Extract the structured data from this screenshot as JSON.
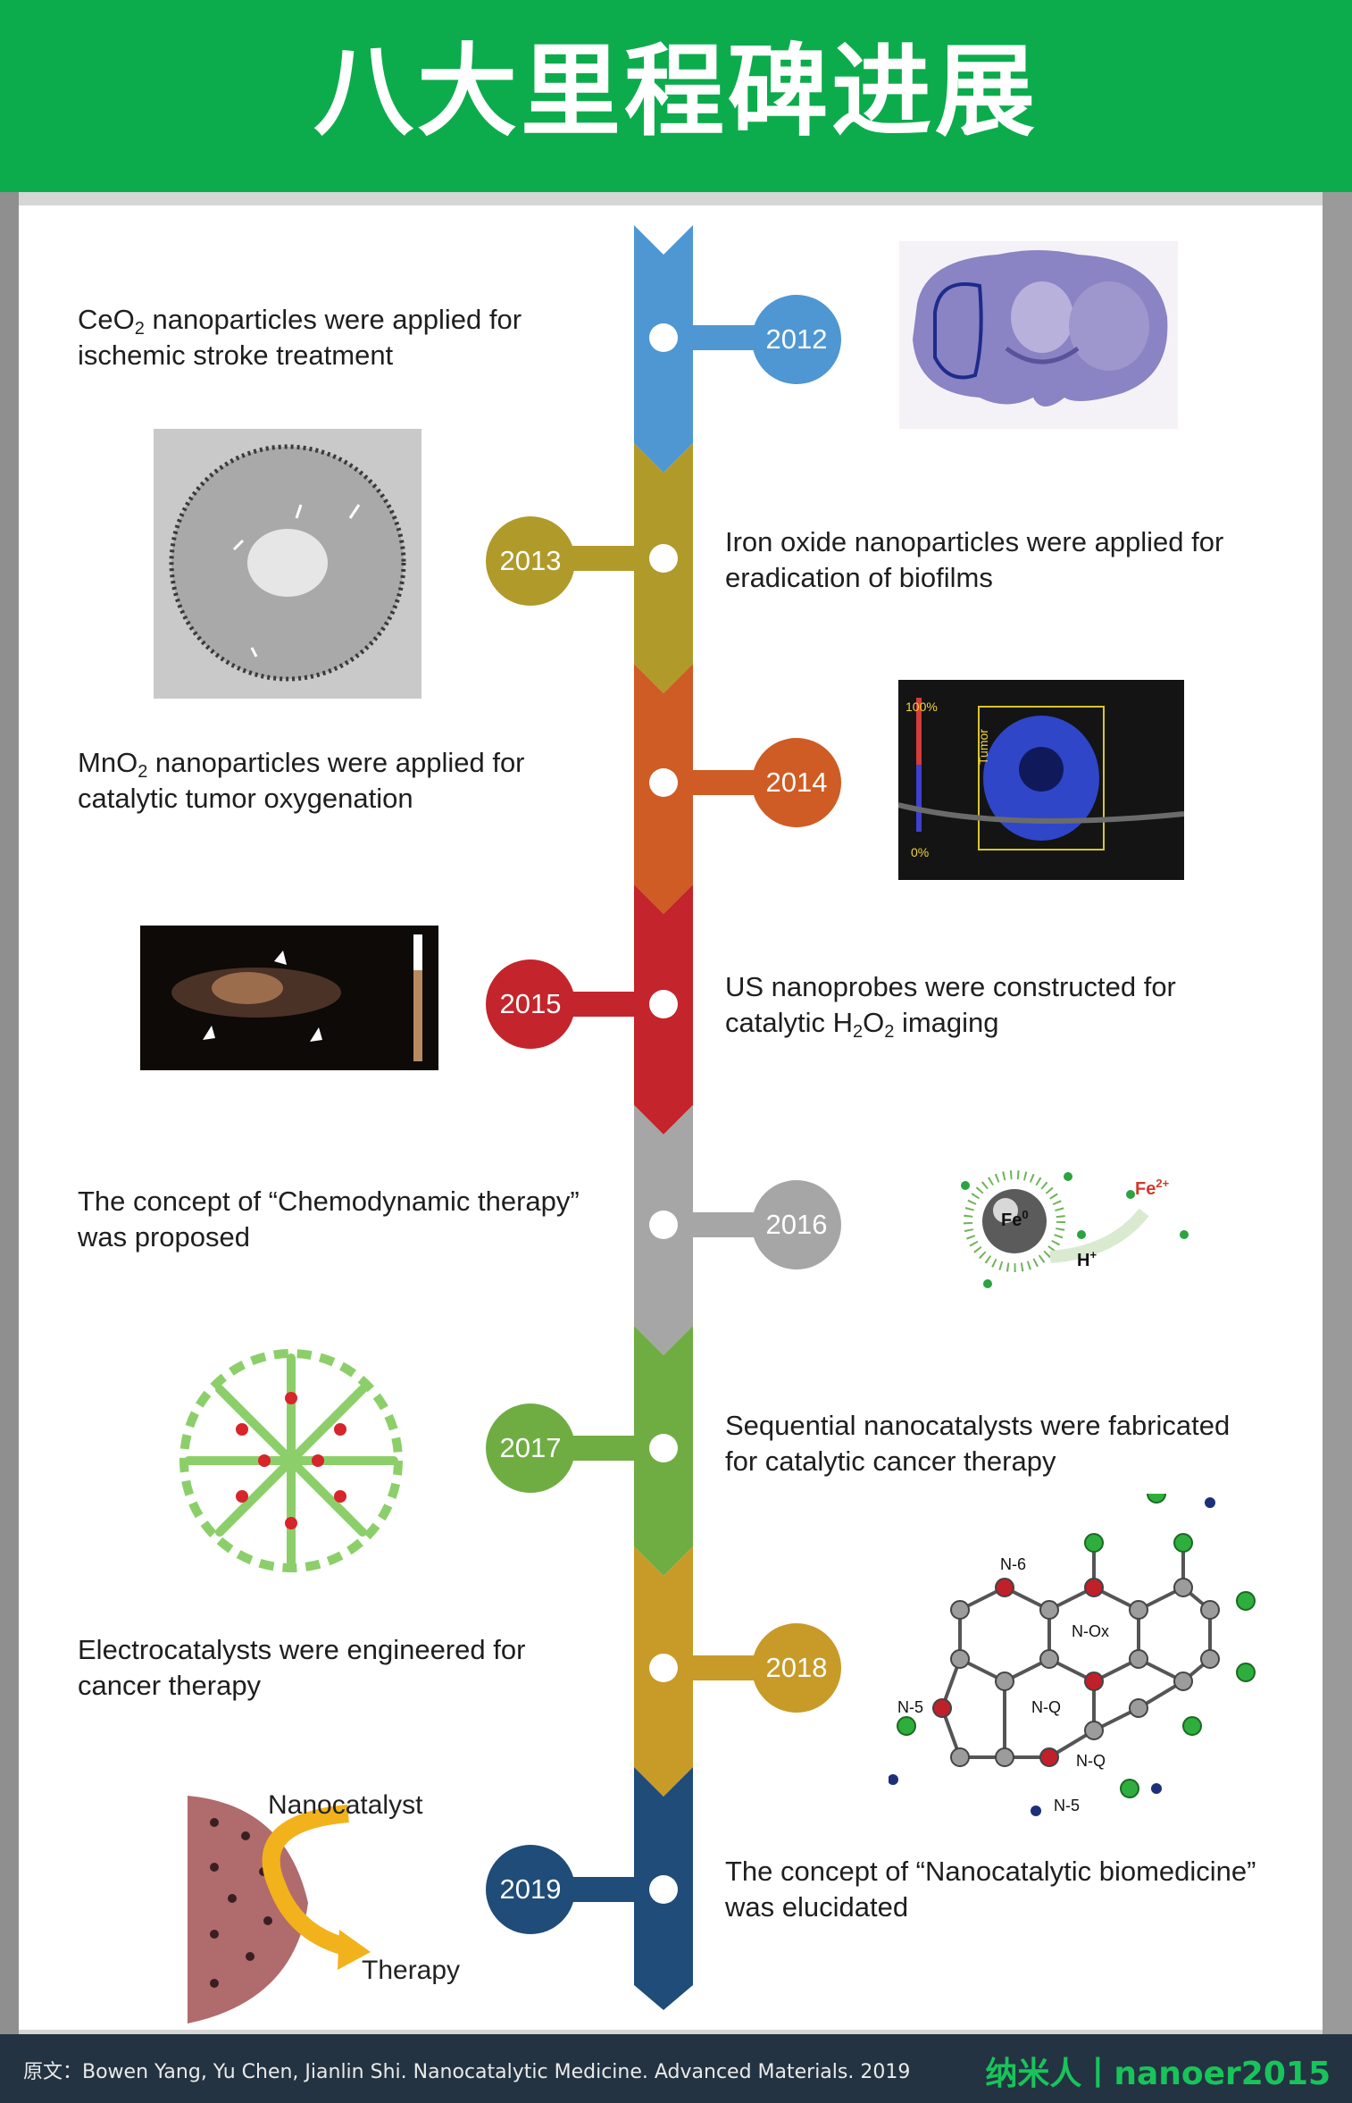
{
  "header": {
    "title": "八大里程碑进展"
  },
  "colors": {
    "header_bg": "#0cac4d",
    "footer_bg": "#233342",
    "brand": "#18c45a",
    "y2012": "#4e97d3",
    "y2013": "#b09a2a",
    "y2014": "#cf5c24",
    "y2015": "#c4242b",
    "y2016": "#a6a6a6",
    "y2017": "#6fad43",
    "y2018": "#c89a28",
    "y2019": "#1f4c78"
  },
  "milestones": [
    {
      "year": "2012",
      "text_pre": "CeO",
      "text_sub": "2",
      "text_post": " nanoparticles were applied for",
      "line2": "ischemic stroke treatment",
      "image": "brain-section-image"
    },
    {
      "year": "2013",
      "text_pre": "Iron oxide nanoparticles were applied for",
      "text_sub": "",
      "text_post": "",
      "line2": "eradication of biofilms",
      "image": "biofilm-micrograph-image"
    },
    {
      "year": "2014",
      "text_pre": "MnO",
      "text_sub": "2",
      "text_post": " nanoparticles were applied for",
      "line2": "catalytic tumor oxygenation",
      "image": "tumor-ultrasound-image"
    },
    {
      "year": "2015",
      "text_pre": "US nanoprobes were constructed for",
      "text_sub": "",
      "text_post": "",
      "line2": "catalytic H2O2 imaging",
      "image": "ultrasound-nanoprobe-image"
    },
    {
      "year": "2016",
      "text_pre": "The concept of “Chemodynamic therapy”",
      "text_sub": "",
      "text_post": "",
      "line2": "was proposed",
      "image": "fe-nanoparticle-image"
    },
    {
      "year": "2017",
      "text_pre": "Sequential nanocatalysts were fabricated",
      "text_sub": "",
      "text_post": "",
      "line2": "for catalytic cancer therapy",
      "image": "dendritic-nanocatalyst-image"
    },
    {
      "year": "2018",
      "text_pre": "Electrocatalysts were engineered for",
      "text_sub": "",
      "text_post": "",
      "line2": "cancer therapy",
      "image": "nitrogen-doped-graphene-image"
    },
    {
      "year": "2019",
      "text_pre": "The concept of “Nanocatalytic biomedicine”",
      "text_sub": "",
      "text_post": "",
      "line2": "was elucidated",
      "image": "nanocatalyst-sphere-image"
    }
  ],
  "labels": {
    "tumor": "Tumor",
    "pct100": "100%",
    "pct0": "0%",
    "fe0": "Fe",
    "fe0_sup": "0",
    "fe2": "Fe",
    "fe2_sup": "2+",
    "hplus": "H",
    "hplus_sup": "+",
    "n6": "N-6",
    "nox": "N-Ox",
    "n5a": "N-5",
    "nq1": "N-Q",
    "nq2": "N-Q",
    "n5b": "N-5",
    "nanocatalyst": "Nanocatalyst",
    "therapy": "Therapy"
  },
  "footer": {
    "citation": "原文：Bowen Yang, Yu Chen, Jianlin Shi. Nanocatalytic Medicine. Advanced Materials. 2019",
    "brand": "纳米人丨nanoer2015"
  }
}
